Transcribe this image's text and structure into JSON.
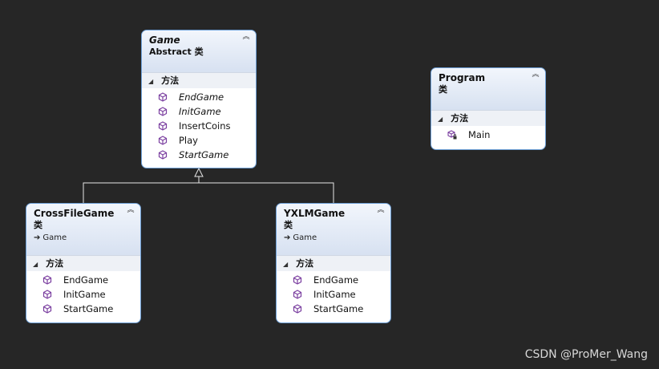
{
  "classes": {
    "game": {
      "name": "Game",
      "stereotype": "Abstract 类",
      "section": "方法",
      "methods": [
        {
          "label": "EndGame",
          "abstract": true
        },
        {
          "label": "InitGame",
          "abstract": true
        },
        {
          "label": "InsertCoins",
          "abstract": false
        },
        {
          "label": "Play",
          "abstract": false
        },
        {
          "label": "StartGame",
          "abstract": true
        }
      ]
    },
    "program": {
      "name": "Program",
      "stereotype": "类",
      "section": "方法",
      "methods": [
        {
          "label": "Main",
          "abstract": false
        }
      ]
    },
    "crossfilegame": {
      "name": "CrossFileGame",
      "stereotype": "类",
      "base": "Game",
      "section": "方法",
      "methods": [
        {
          "label": "EndGame",
          "abstract": false
        },
        {
          "label": "InitGame",
          "abstract": false
        },
        {
          "label": "StartGame",
          "abstract": false
        }
      ]
    },
    "yxlmgame": {
      "name": "YXLMGame",
      "stereotype": "类",
      "base": "Game",
      "section": "方法",
      "methods": [
        {
          "label": "EndGame",
          "abstract": false
        },
        {
          "label": "InitGame",
          "abstract": false
        },
        {
          "label": "StartGame",
          "abstract": false
        }
      ]
    }
  },
  "icons": {
    "method": "method-cube-icon",
    "private_method": "private-method-lock-icon",
    "collapse": "double-chevron-up-icon",
    "section_toggle": "triangle-expanded-icon",
    "inherit": "inherit-arrow-icon"
  },
  "colors": {
    "background": "#262626",
    "class_border": "#6d9fd6",
    "method_icon": "#7b3fa0",
    "connector": "#e6e6e6"
  },
  "watermark": "CSDN @ProMer_Wang"
}
